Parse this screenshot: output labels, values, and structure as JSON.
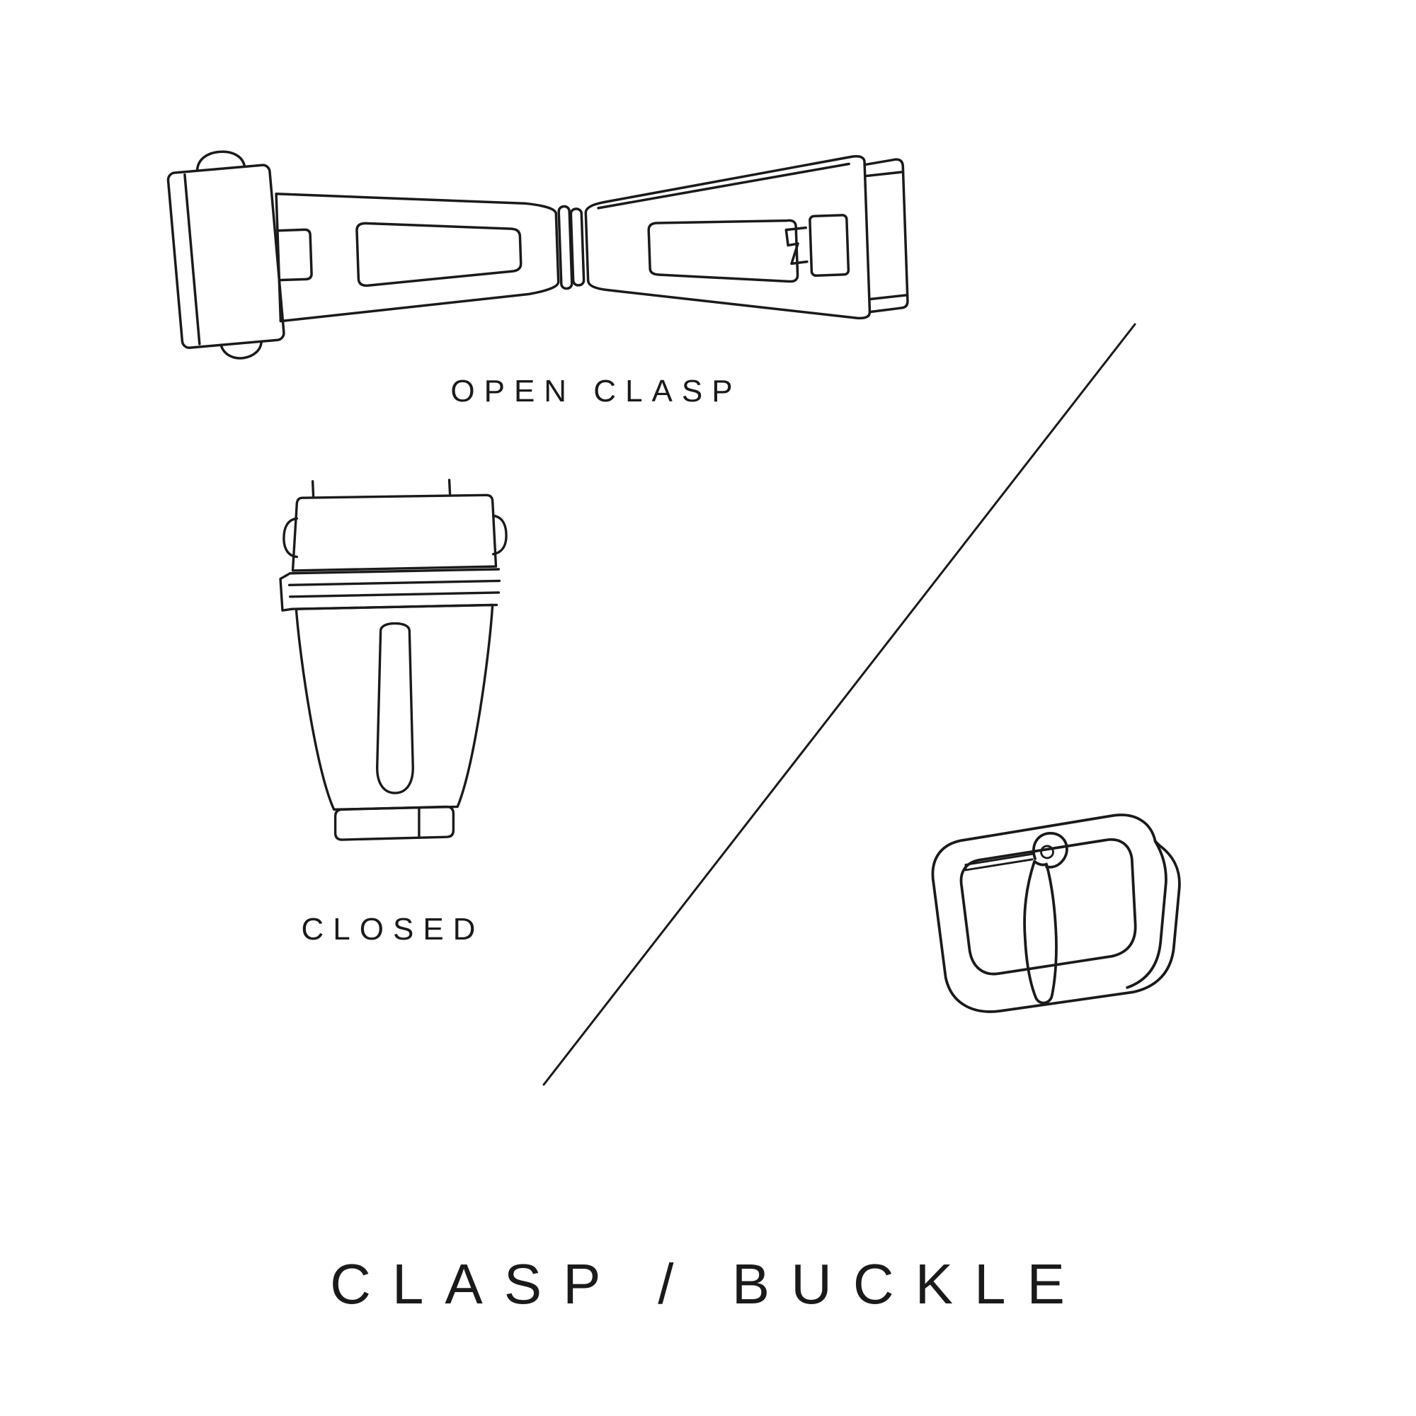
{
  "page": {
    "background_color": "#ffffff",
    "ink_color": "#1a1a1a"
  },
  "labels": {
    "open_clasp": "OPEN CLASP",
    "closed": "CLOSED"
  },
  "title": "CLASP / BUCKLE",
  "illustrations": {
    "open_clasp_icon": "open-deployant-clasp-line-drawing",
    "closed_clasp_icon": "closed-deployant-clasp-line-drawing",
    "buckle_icon": "tang-buckle-line-drawing",
    "divider_icon": "diagonal-divider-line"
  }
}
